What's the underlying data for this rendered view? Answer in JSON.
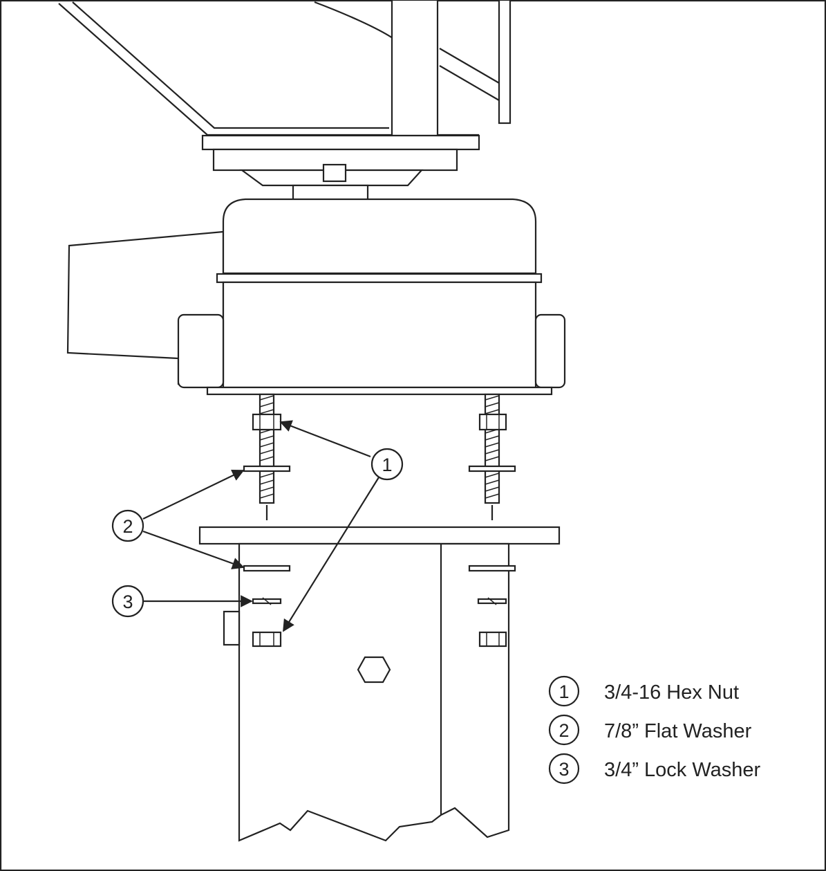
{
  "callouts": {
    "c1": "1",
    "c2": "2",
    "c3": "3"
  },
  "legend": [
    {
      "number": "1",
      "label": "3/4-16 Hex Nut"
    },
    {
      "number": "2",
      "label": "7/8” Flat Washer"
    },
    {
      "number": "3",
      "label": "3/4” Lock Washer"
    }
  ],
  "colors": {
    "line": "#222222",
    "background": "#ffffff"
  }
}
